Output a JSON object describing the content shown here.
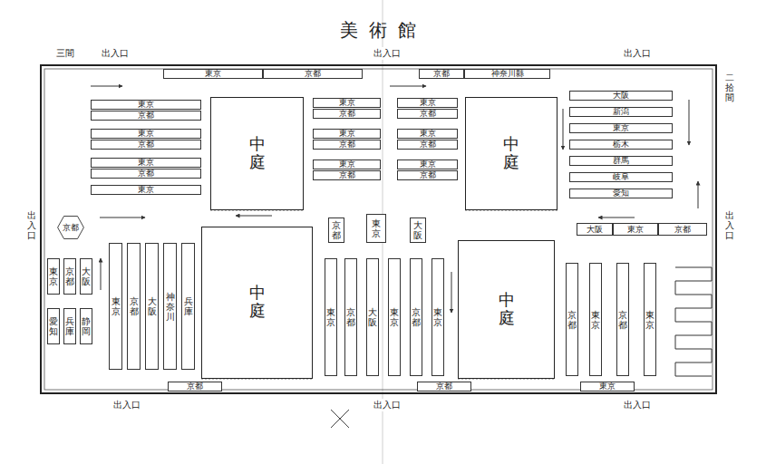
{
  "diagram": {
    "title": "美術館",
    "nodes": [
      {
        "text": [
          "中庭"
        ]
      },
      {
        "text": [
          "中庭"
        ]
      },
      {
        "text": [
          "中庭"
        ]
      },
      {
        "text": [
          "中庭"
        ]
      },
      {
        "text": [
          "東京"
        ]
      },
      {
        "text": [
          "京都"
        ]
      },
      {
        "text": [
          "京都"
        ]
      },
      {
        "text": [
          "神奈川縣"
        ]
      },
      {
        "text": [
          "東京"
        ]
      },
      {
        "text": [
          "京都"
        ]
      },
      {
        "text": [
          "東京"
        ]
      },
      {
        "text": [
          "京都"
        ]
      },
      {
        "text": [
          "東京"
        ]
      },
      {
        "text": [
          "京都"
        ]
      },
      {
        "text": [
          "東京"
        ]
      },
      {
        "text": [
          "東京"
        ]
      },
      {
        "text": [
          "京都"
        ]
      },
      {
        "text": [
          "東京"
        ]
      },
      {
        "text": [
          "京都"
        ]
      },
      {
        "text": [
          "東京"
        ]
      },
      {
        "text": [
          "京都"
        ]
      },
      {
        "text": [
          "東京"
        ]
      },
      {
        "text": [
          "京都"
        ]
      },
      {
        "text": [
          "東京"
        ]
      },
      {
        "text": [
          "京都"
        ]
      },
      {
        "text": [
          "東京"
        ]
      },
      {
        "text": [
          "京都"
        ]
      },
      {
        "text": [
          "大阪"
        ]
      },
      {
        "text": [
          "新潟"
        ]
      },
      {
        "text": [
          "東京"
        ]
      },
      {
        "text": [
          "栃木"
        ]
      },
      {
        "text": [
          "群馬"
        ]
      },
      {
        "text": [
          "岐阜"
        ]
      },
      {
        "text": [
          "愛知"
        ]
      },
      {
        "text": [
          "京都"
        ]
      },
      {
        "text": [
          "東京"
        ]
      },
      {
        "text": [
          "大阪"
        ]
      },
      {
        "text": [
          "京都"
        ]
      },
      {
        "text": [
          "大阪"
        ]
      },
      {
        "text": [
          "東京"
        ]
      },
      {
        "text": [
          "京都"
        ]
      },
      {
        "text": [
          "東京"
        ]
      },
      {
        "text": [
          "京都"
        ]
      },
      {
        "text": [
          "大阪"
        ]
      },
      {
        "text": [
          "愛知"
        ]
      },
      {
        "text": [
          "兵庫"
        ]
      },
      {
        "text": [
          "静岡"
        ]
      },
      {
        "text": [
          "東京"
        ]
      },
      {
        "text": [
          "京都"
        ]
      },
      {
        "text": [
          "大阪"
        ]
      },
      {
        "text": [
          "神奈川"
        ]
      },
      {
        "text": [
          "兵庫"
        ]
      },
      {
        "text": [
          "東京"
        ]
      },
      {
        "text": [
          "京都"
        ]
      },
      {
        "text": [
          "大阪"
        ]
      },
      {
        "text": [
          "東京"
        ]
      },
      {
        "text": [
          "京都"
        ]
      },
      {
        "text": [
          "東京"
        ]
      },
      {
        "text": [
          "京都"
        ]
      },
      {
        "text": [
          "東京"
        ]
      },
      {
        "text": [
          "京都"
        ]
      },
      {
        "text": [
          "東京"
        ]
      },
      {
        "text": [
          "京都"
        ]
      },
      {
        "text": [
          "京都"
        ]
      },
      {
        "text": [
          "東京"
        ]
      }
    ],
    "labels": [
      "三間",
      "出入口",
      "出入口",
      "出入口",
      "二拾間",
      "出入口",
      "出入口",
      "出入口",
      "出入口",
      "出入口"
    ]
  }
}
